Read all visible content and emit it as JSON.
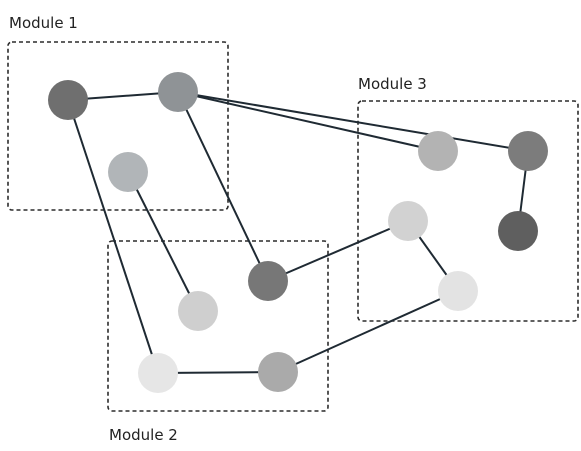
{
  "modules": [
    {
      "id": "m1",
      "label": "Module 1"
    },
    {
      "id": "m2",
      "label": "Module 2"
    },
    {
      "id": "m3",
      "label": "Module 3"
    }
  ],
  "nodes": [
    {
      "id": "a",
      "module": "m1",
      "color": "#6f6f6f"
    },
    {
      "id": "b",
      "module": "m1",
      "color": "#8f9396"
    },
    {
      "id": "c",
      "module": "m1",
      "color": "#b1b5b8"
    },
    {
      "id": "d",
      "module": "m2",
      "color": "#777777"
    },
    {
      "id": "e",
      "module": "m2",
      "color": "#cfcfcf"
    },
    {
      "id": "f",
      "module": "m2",
      "color": "#e6e6e6"
    },
    {
      "id": "g",
      "module": "m2",
      "color": "#aaaaaa"
    },
    {
      "id": "h",
      "module": "m3",
      "color": "#b3b3b3"
    },
    {
      "id": "i",
      "module": "m3",
      "color": "#7c7c7c"
    },
    {
      "id": "j",
      "module": "m3",
      "color": "#d2d2d2"
    },
    {
      "id": "k",
      "module": "m3",
      "color": "#5f5f5f"
    },
    {
      "id": "l",
      "module": "m3",
      "color": "#e3e3e3"
    }
  ],
  "edges": [
    [
      "a",
      "b"
    ],
    [
      "a",
      "f"
    ],
    [
      "b",
      "d"
    ],
    [
      "b",
      "h"
    ],
    [
      "b",
      "i"
    ],
    [
      "c",
      "e"
    ],
    [
      "d",
      "j"
    ],
    [
      "j",
      "l"
    ],
    [
      "f",
      "g"
    ],
    [
      "g",
      "l"
    ],
    [
      "i",
      "k"
    ]
  ],
  "colors": {
    "edge": "#1f2a33",
    "module_border": "#2b2b2b",
    "label": "#222222"
  }
}
